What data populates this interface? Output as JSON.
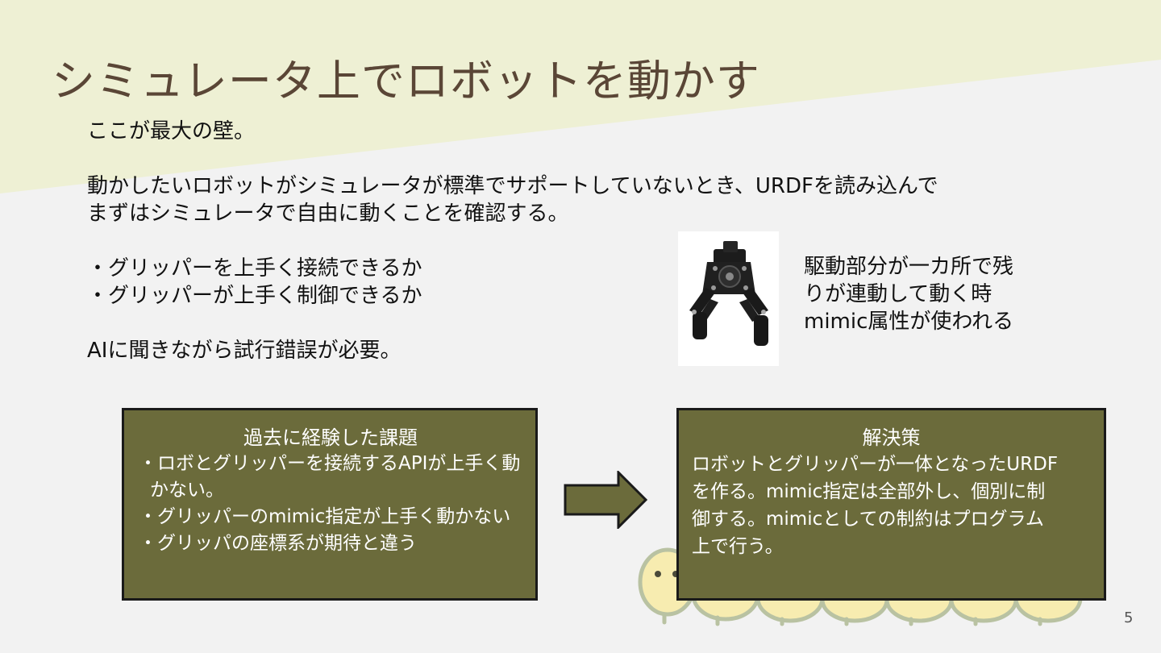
{
  "title": "シミュレータ上でロボットを動かす",
  "body": {
    "line1": "ここが最大の壁。",
    "line2": "動かしたいロボットがシミュレータが標準でサポートしていないとき、URDFを読み込んで",
    "line3": "まずはシミュレータで自由に動くことを確認する。",
    "bullet1": "・グリッパーを上手く接続できるか",
    "bullet2": "・グリッパーが上手く制御できるか",
    "line4": "AIに聞きながら試行錯誤が必要。"
  },
  "caption": {
    "line1": "駆動部分が一カ所で残",
    "line2": "りが連動して動く時",
    "line3": "mimic属性が使われる"
  },
  "left_box": {
    "title": "過去に経験した課題",
    "items": [
      "・ロボとグリッパーを接続するAPIが上手く動かない。",
      "・グリッパーのmimic指定が上手く動かない",
      "・グリッパの座標系が期待と違う"
    ]
  },
  "right_box": {
    "title": "解決策",
    "lines": [
      "ロボットとグリッパーが一体となったURDF",
      "を作る。mimic指定は全部外し、個別に制",
      "御する。mimicとしての制約はプログラム",
      "上で行う。"
    ]
  },
  "page_number": "5",
  "colors": {
    "background": "#f2f2f2",
    "band": "#eef0d4",
    "title": "#5a4636",
    "box_fill": "#6b6b3b",
    "arrow_fill": "#6b6b3b"
  },
  "icons": {
    "arrow": "right-arrow-icon",
    "photo": "robot-gripper-photo",
    "mascot": "caterpillar-mascot"
  }
}
